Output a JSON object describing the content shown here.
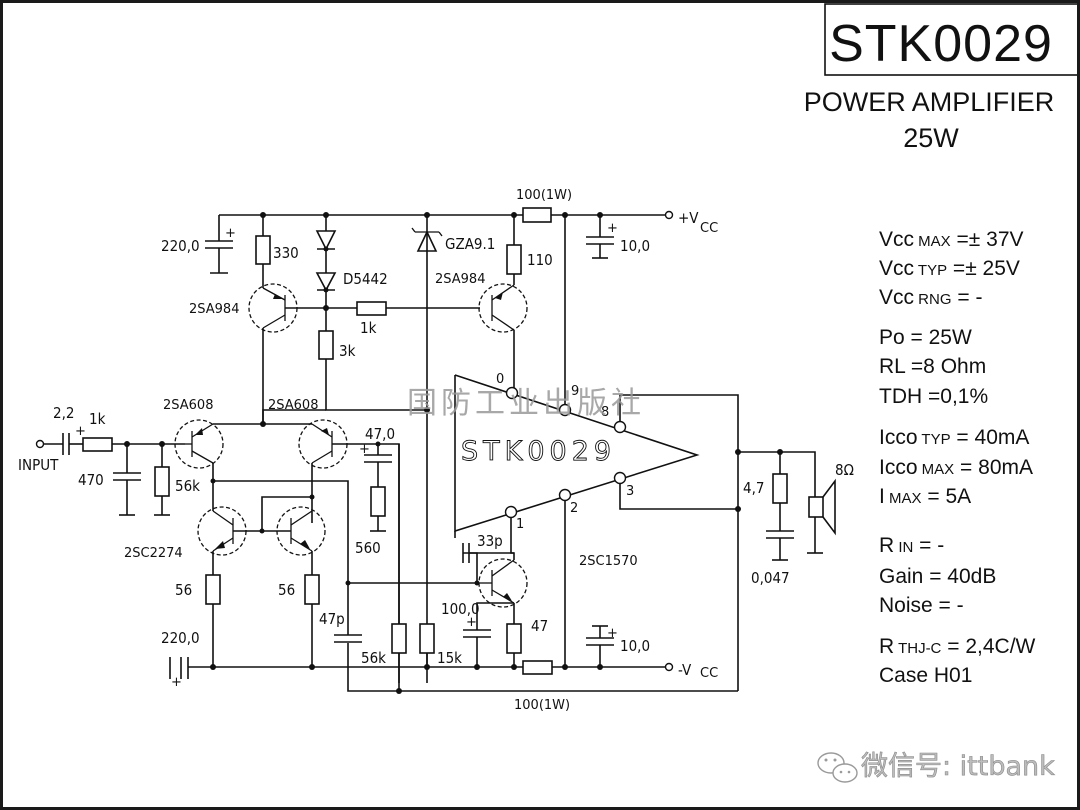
{
  "title_block": {
    "part_number": "STK0029",
    "description": "POWER AMPLIFIER",
    "power_rating": "25W"
  },
  "specifications": [
    {
      "key": "Vcc",
      "sub": "MAX",
      "value": "=± 37V"
    },
    {
      "key": "Vcc",
      "sub": "TYP",
      "value": "=± 25V"
    },
    {
      "key": "Vcc",
      "sub": "RNG",
      "value": "=   -"
    },
    {
      "key": "Po",
      "sub": "",
      "value": "= 25W"
    },
    {
      "key": "RL",
      "sub": "",
      "value": "=8 Ohm"
    },
    {
      "key": "TDH",
      "sub": "",
      "value": "=0,1%"
    },
    {
      "key": "Icco",
      "sub": "TYP",
      "value": "= 40mA"
    },
    {
      "key": "Icco",
      "sub": "MAX",
      "value": "= 80mA"
    },
    {
      "key": "I",
      "sub": "MAX",
      "value": "=    5A"
    },
    {
      "key": "R",
      "sub": "IN",
      "value": "= -"
    },
    {
      "key": "Gain",
      "sub": "",
      "value": "= 40dB"
    },
    {
      "key": "Noise",
      "sub": "",
      "value": "= -"
    },
    {
      "key": "R",
      "sub": "THJ-C",
      "value": "= 2,4C/W"
    },
    {
      "key": "Case",
      "sub": "",
      "value": "H01"
    }
  ],
  "schematic": {
    "ic_label": "STK0029",
    "ic_pins": [
      "0",
      "9",
      "8",
      "3",
      "2",
      "1"
    ],
    "terminals": {
      "input": "INPUT",
      "vcc_pos": "+V",
      "vcc_pos_sub": "CC",
      "vcc_neg": "-V",
      "vcc_neg_sub": "CC",
      "speaker": "8Ω"
    },
    "components": {
      "c_input": "2,2",
      "r_input": "1k",
      "c_470": "470",
      "r_56k_in": "56k",
      "c_220_top": "220,0",
      "r_330": "330",
      "d_5442": "D5442",
      "z_gza": "GZA9.1",
      "r_100_top": "100(1W)",
      "c_10_top": "10,0",
      "r_110": "110",
      "r_1k_bias": "1k",
      "r_3k": "3k",
      "q_2sa984_left": "2SA984",
      "q_2sa984_right": "2SA984",
      "q_2sa608_left": "2SA608",
      "q_2sa608_right": "2SA608",
      "q_2sc2274": "2SC2274",
      "q_2sc1570": "2SC1570",
      "c_47": "47,0",
      "r_560": "560",
      "r_56_left": "56",
      "r_56_right": "56",
      "c_220_bot": "220,0",
      "c_47p": "47p",
      "r_56k_fb": "56k",
      "r_15k": "15k",
      "c_33p": "33p",
      "c_100": "100,0",
      "r_47": "47",
      "r_100_bot": "100(1W)",
      "c_10_bot": "10,0",
      "r_zobel": "4,7",
      "c_zobel": "0,047"
    }
  },
  "watermarks": {
    "publisher": "国防工业出版社",
    "wechat": "微信号: ittbank"
  }
}
